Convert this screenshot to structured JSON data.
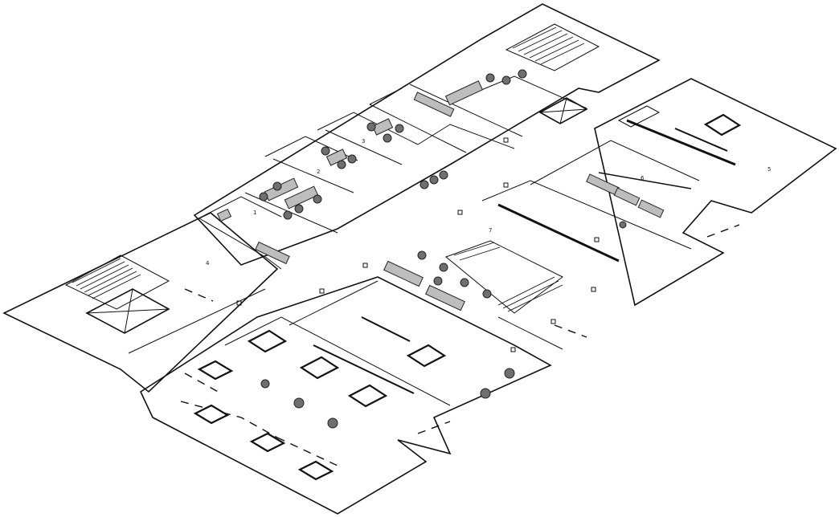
{
  "room_labels": [
    "1",
    "2",
    "3",
    "4",
    "5",
    "6",
    "7"
  ],
  "colors": {
    "line": "#111111",
    "background": "#ffffff",
    "furniture": "#bdbdbd"
  }
}
